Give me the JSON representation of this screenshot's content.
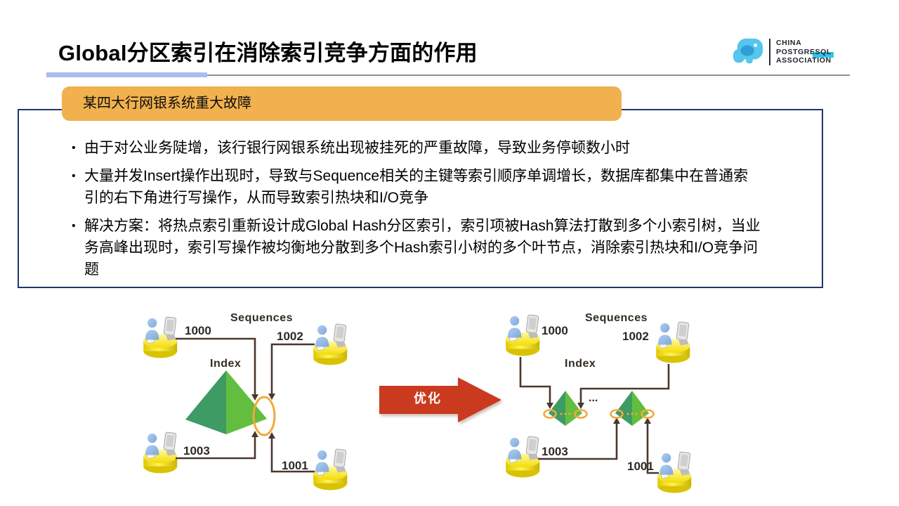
{
  "header": {
    "title": "Global分区索引在消除索引竞争方面的作用",
    "logo": {
      "line1": "CHINA",
      "line2": "POSTGRESQL",
      "line3": "ASSOCIATION"
    }
  },
  "banner": {
    "text": "某四大行网银系统重大故障"
  },
  "content_box": {
    "bullet_symbol": "•",
    "bullets": [
      "由于对公业务陡增，该行银行网银系统出现被挂死的严重故障，导致业务停顿数小时",
      "大量并发Insert操作出现时，导致与Sequence相关的主键等索引顺序单调增长，数据库都集中在普通索引的右下角进行写操作，从而导致索引热块和I/O竞争",
      "解决方案：将热点索引重新设计成Global Hash分区索引，索引项被Hash算法打散到多个小索引树，当业务高峰出现时，索引写操作被均衡地分散到多个Hash索引小树的多个叶节点，消除索引热块和I/O竞争问题"
    ]
  },
  "diagram": {
    "arrow_label": "优化",
    "before": {
      "sequences_label": "Sequences",
      "index_label": "Index",
      "session_top_left": "1000",
      "session_top_right": "1002",
      "session_bottom_left": "1003",
      "session_bottom_right": "1001"
    },
    "after": {
      "sequences_label": "Sequences",
      "index_label": "Index",
      "session_top_left": "1000",
      "session_top_right": "1002",
      "session_bottom_left": "1003",
      "session_bottom_right": "1001",
      "ellipsis": "..."
    },
    "colors": {
      "pyramid_dark_green": "#3E9B64",
      "pyramid_light_green": "#62BE3E",
      "hotspot_ring_orange": "#F2A93B",
      "connector_brown": "#4A382C",
      "optimize_arrow_red": "#CA3A1E",
      "cylinder_yellow": "#FFE81A",
      "banner_orange": "#F1B14E",
      "box_border_navy": "#1F3864",
      "title_underline_periwinkle": "#A9BCF3",
      "logo_blue": "#55C6ED",
      "logo_highlight_cyan": "#2FC5EA"
    }
  }
}
